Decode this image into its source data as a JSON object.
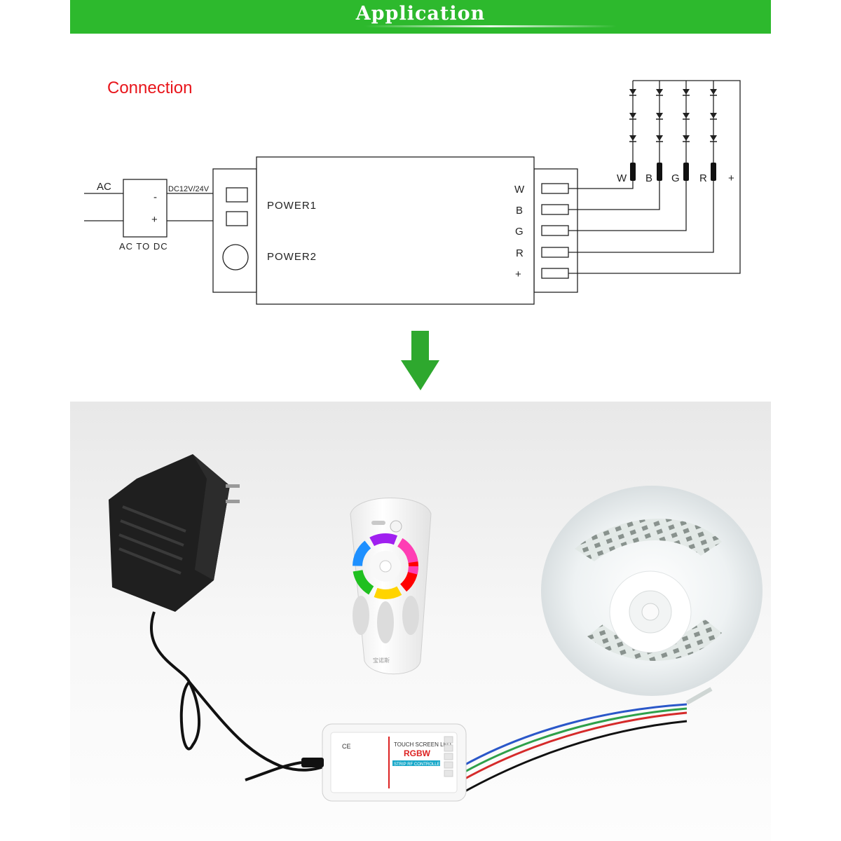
{
  "banner": {
    "title": "Application"
  },
  "diagram": {
    "title": "Connection",
    "ac_label": "AC",
    "adapter": {
      "minus": "-",
      "plus": "+",
      "caption": "AC TO DC",
      "output_label": "DC12V/24V"
    },
    "controller": {
      "power1": "POWER1",
      "power2": "POWER2"
    },
    "terminals": [
      "W",
      "B",
      "G",
      "R",
      "+"
    ],
    "strip_channels": [
      "W",
      "B",
      "G",
      "R",
      "+"
    ]
  },
  "photo": {
    "controller_heading": "TOUCH SCREEN LED",
    "controller_model": "RGBW",
    "controller_sub": "STRIP RF CONTROLLER",
    "controller_ce": "CE",
    "remote_brand": "宝诺斯"
  },
  "colors": {
    "banner": "#2db92d",
    "title": "#e8151b",
    "arrow": "#2ea82e",
    "line": "#222222"
  }
}
